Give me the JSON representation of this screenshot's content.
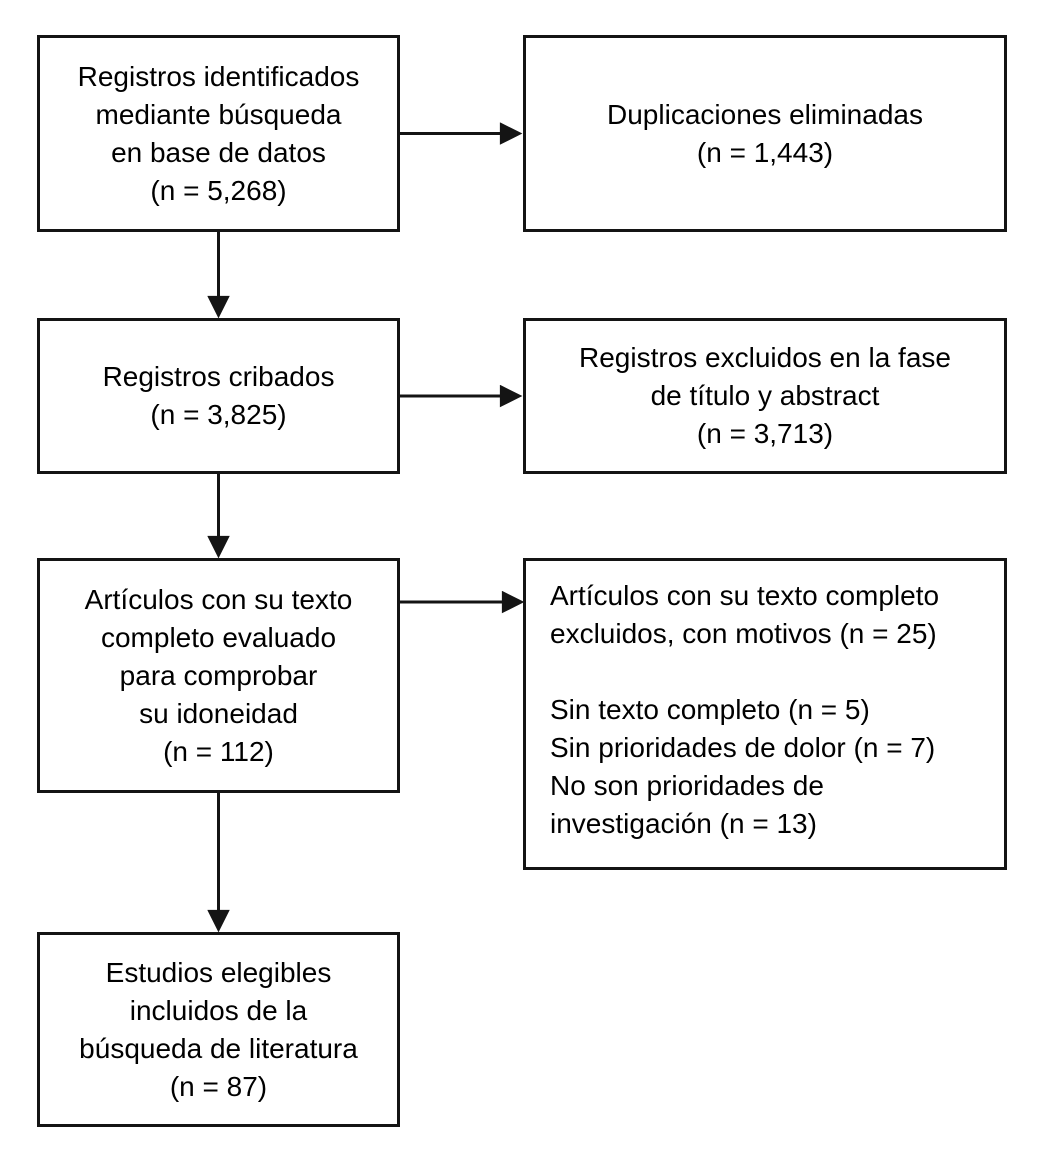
{
  "colors": {
    "box_border": "#141414",
    "box_background": "#ffffff",
    "text": "#000000",
    "arrow": "#141414",
    "page_background": "#ffffff"
  },
  "nodes": {
    "identified": {
      "text": "Registros identificados\nmediante búsqueda\nen base de datos\n(n = 5,268)",
      "count": "5,268"
    },
    "duplicates_removed": {
      "text": "Duplicaciones eliminadas\n(n = 1,443)",
      "count": "1,443"
    },
    "screened": {
      "text": "Registros cribados\n(n = 3,825)",
      "count": "3,825"
    },
    "excluded_title_abstract": {
      "text": "Registros excluidos en la fase\nde título y abstract\n(n = 3,713)",
      "count": "3,713"
    },
    "fulltext_assessed": {
      "text": "Artículos con su texto\ncompleto evaluado\npara comprobar\nsu idoneidad\n(n = 112)",
      "count": "112"
    },
    "fulltext_excluded": {
      "text": "Artículos con su texto completo\nexcluidos, con motivos (n = 25)\n\nSin texto completo (n = 5)\nSin prioridades de dolor (n = 7)\nNo son prioridades de\ninvestigación (n = 13)",
      "count": "25"
    },
    "included": {
      "text": "Estudios elegibles\nincluidos de la\nbúsqueda de literatura\n(n = 87)",
      "count": "87"
    }
  }
}
